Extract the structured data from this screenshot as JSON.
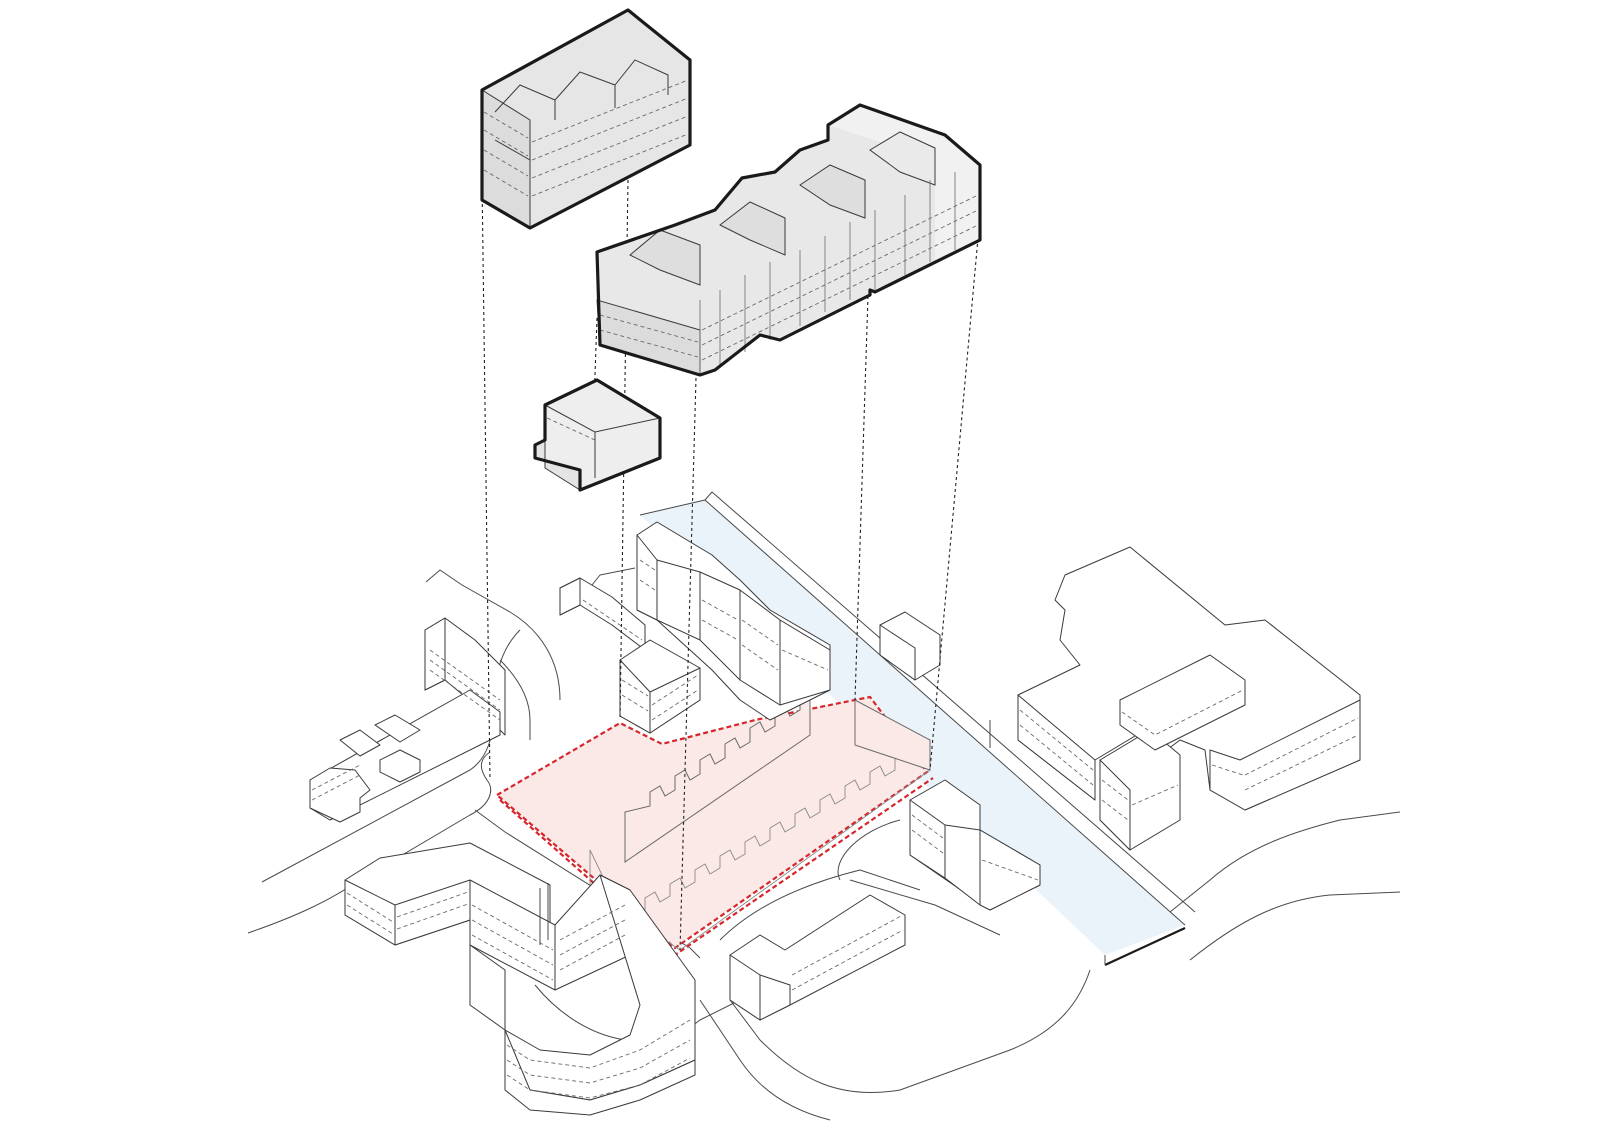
{
  "diagram": {
    "colors": {
      "line": "#3a3a3a",
      "massing_fill": "#e6e6e6",
      "massing_fill_light": "#f1f1f1",
      "site_fill": "#fbe9e8",
      "site_boundary": "#d6262b",
      "canal_fill": "#eaf3fa",
      "background": "#ffffff"
    },
    "elements": [
      "exploded-massing-north-block",
      "exploded-massing-long-block",
      "exploded-massing-small-block",
      "projection-lines",
      "site-boundary",
      "canal",
      "context-buildings",
      "street-edges"
    ]
  }
}
